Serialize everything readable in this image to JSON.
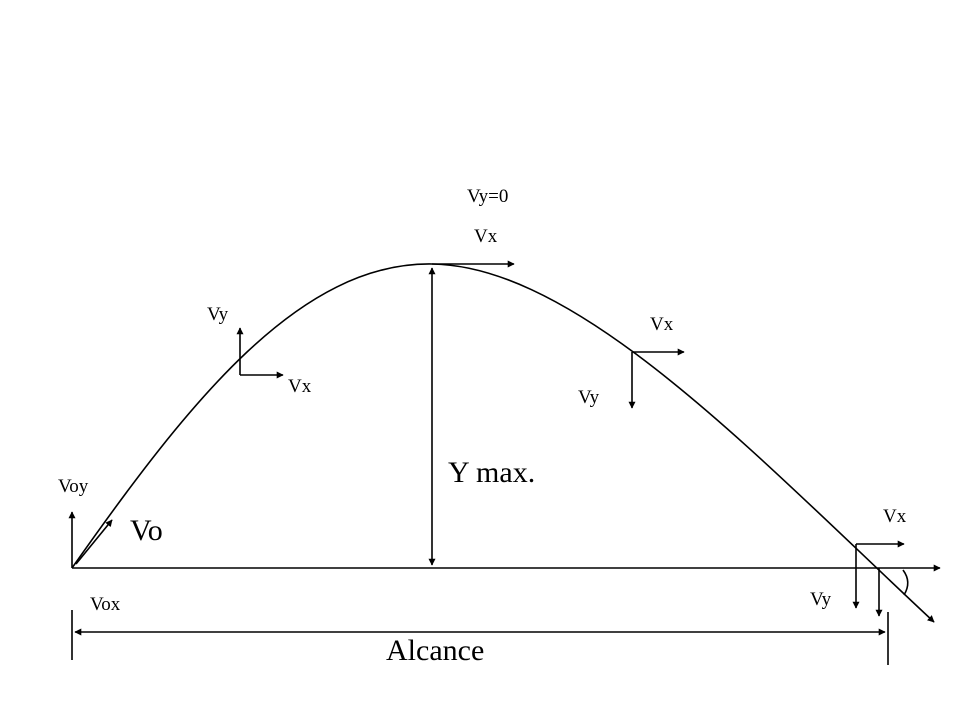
{
  "labels": {
    "vy_zero": "Vy=0",
    "vx_top": "Vx",
    "vy_left": "Vy",
    "vx_left": "Vx",
    "vx_right": "Vx",
    "vy_right": "Vy",
    "y_max": "Y max.",
    "voy": "Voy",
    "vo": "Vo",
    "vx_end": "Vx",
    "vox": "Vox",
    "vy_end": "Vy",
    "alcance": "Alcance"
  }
}
